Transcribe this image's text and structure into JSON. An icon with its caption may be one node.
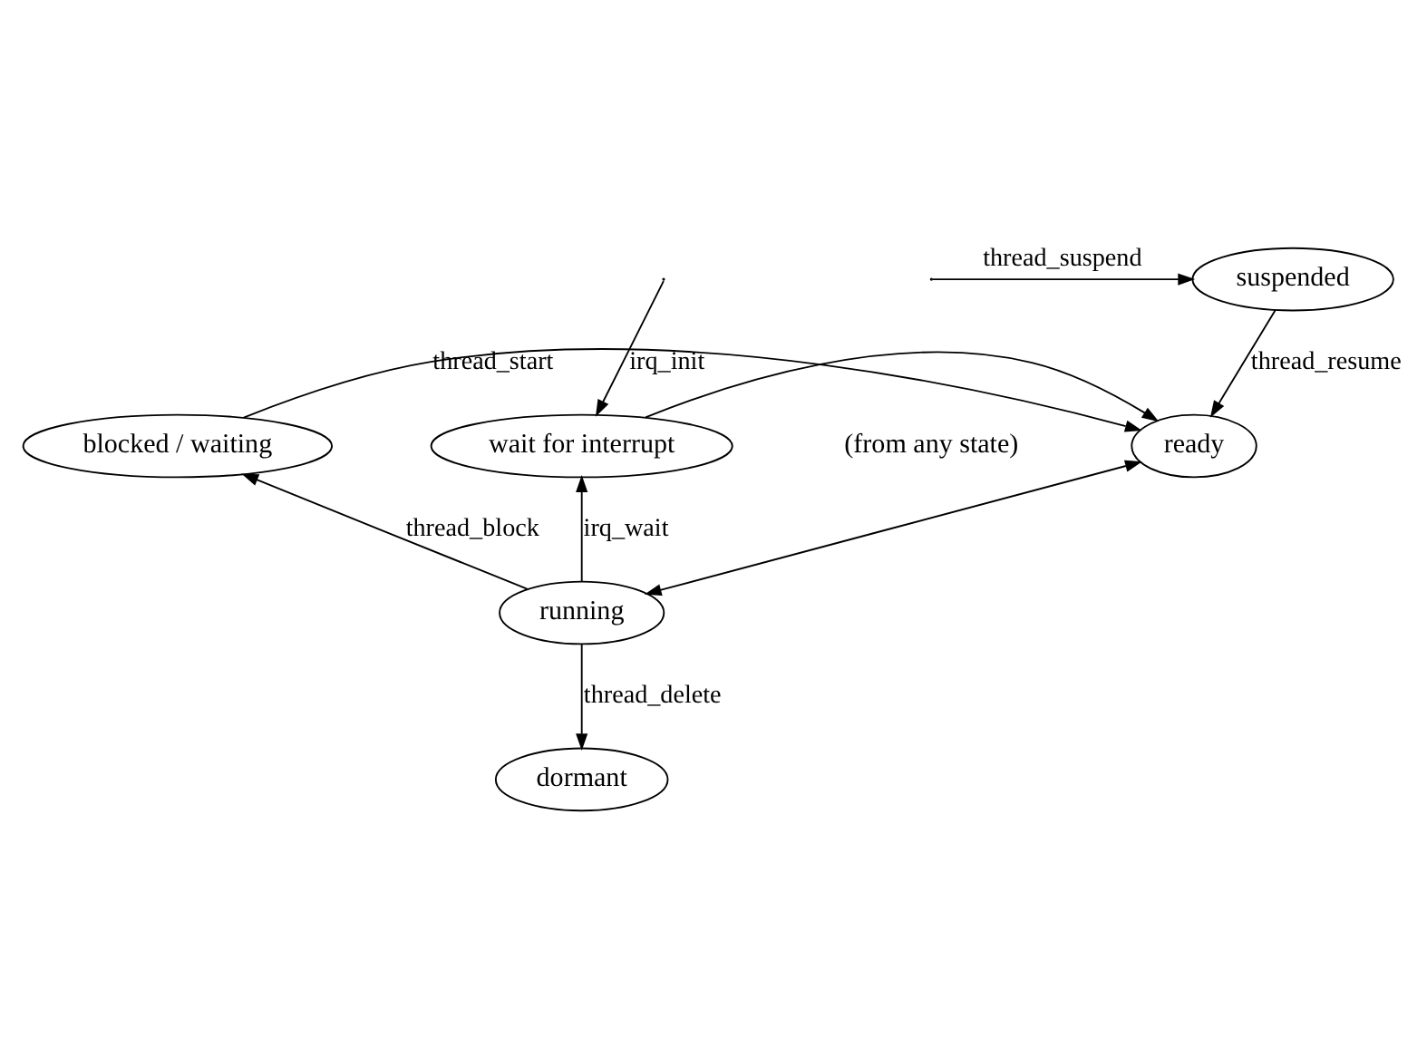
{
  "diagram": {
    "nodes": [
      {
        "text": [
          "suspended"
        ]
      },
      {
        "text": [
          "blocked / waiting"
        ]
      },
      {
        "text": [
          "ready"
        ]
      },
      {
        "text": [
          "wait for interrupt"
        ]
      },
      {
        "text": [
          "running"
        ]
      },
      {
        "text": [
          "dormant"
        ]
      }
    ],
    "edges": [
      {
        "from": null,
        "to": 0,
        "arrow": "to",
        "label": "thread_suspend"
      },
      {
        "from": 0,
        "to": 2,
        "arrow": "to",
        "label": "thread_resume"
      },
      {
        "from": null,
        "to": 3,
        "arrow": "to",
        "label": "irq_init"
      },
      {
        "from": 1,
        "to": 2,
        "arrow": "to",
        "label": "thread_start"
      },
      {
        "from": 3,
        "to": 2,
        "arrow": "to"
      },
      {
        "from": 4,
        "to": 1,
        "arrow": "to",
        "label": "thread_block"
      },
      {
        "from": 2,
        "to": 4,
        "arrow": "both"
      },
      {
        "from": 4,
        "to": 3,
        "arrow": "to",
        "label": "irq_wait"
      },
      {
        "from": 4,
        "to": 5,
        "arrow": "to",
        "label": "thread_delete"
      }
    ],
    "labels": [
      "(from any state)"
    ]
  }
}
